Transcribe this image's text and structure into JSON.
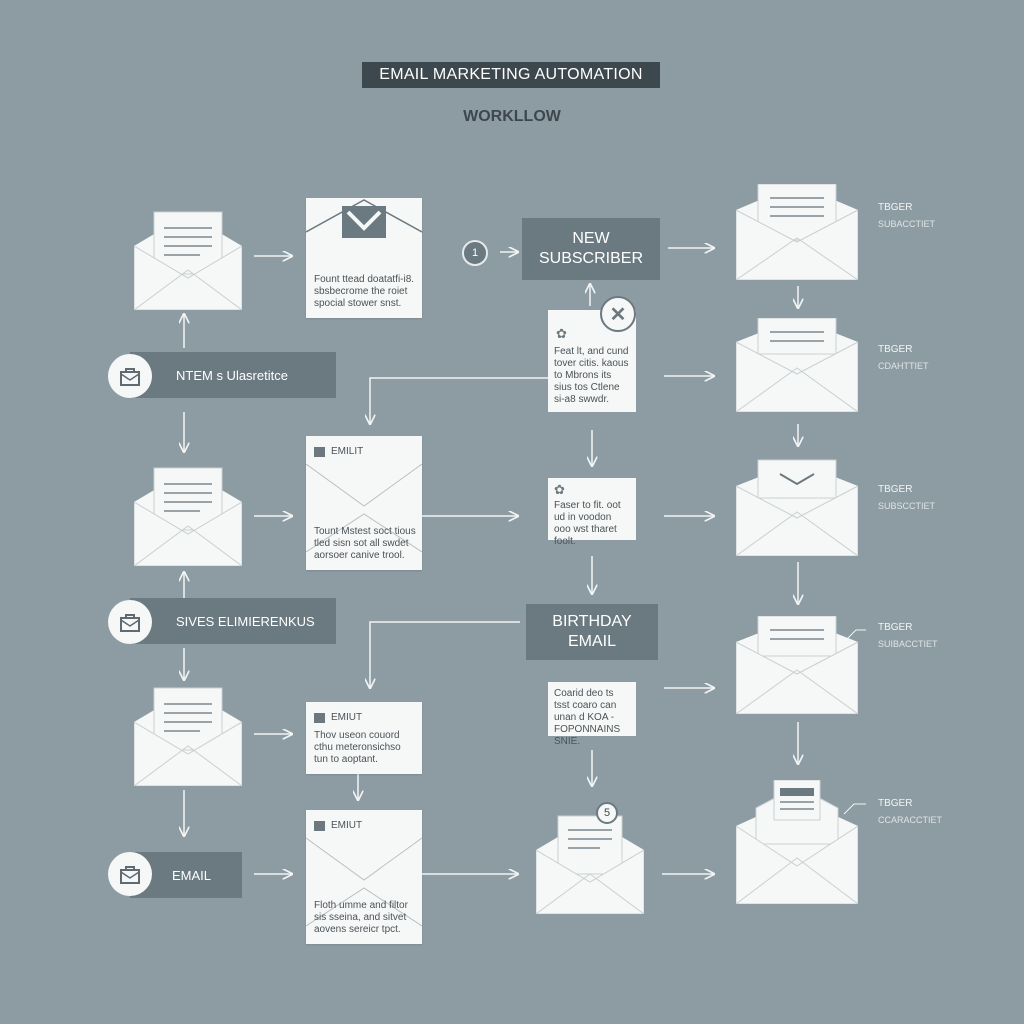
{
  "header": {
    "title": "EMAIL MARKETING AUTOMATION",
    "subtitle": "WORKLLOW"
  },
  "column1": {
    "bar_1": "NTEM s Ulasretitce",
    "bar_2": "SIVES ELIMIERENKUS",
    "bar_3": "EMAIL"
  },
  "column2": {
    "card_1": "Fount ttead doatatfi-i8. sbsbecrome the roiet spocial stower snst.",
    "card_2_header": "EMILIT",
    "card_2": "Tount Mstest soct tious tled sisn sot all swdet aorsoer canive trool.",
    "card_3_header": "EMIUT",
    "card_3": "Thov useon couord cthu meteronsichso tun to aoptant.",
    "card_4_header": "EMIUT",
    "card_4": "Floth umme and filtor sis sseina, and sitvet aovens sereicr tpct."
  },
  "column3": {
    "step_number": "1",
    "new_subscriber": [
      "NEW",
      "SUBSCRIBER"
    ],
    "close_symbol": "✕",
    "card_a": "Feat lt, and cund tover citis. kaous to Mbrons its sius tos Ctlene si-a8 swwdr.",
    "card_b": "Faser to fit. oot ud in voodon ooo wst tharet foolt.",
    "birthday_email": [
      "BIRTHDAY",
      "EMAIL"
    ],
    "card_c": "Coarid deo ts tsst coaro can unan d KOA -FOPONNAINS SNIE.",
    "num_badge": "5"
  },
  "column4": {
    "triggers": [
      {
        "label": "TBGER",
        "sub": "SUBACCTIET"
      },
      {
        "label": "TBGER",
        "sub": "CDAHTTIET"
      },
      {
        "label": "TBGER",
        "sub": "SUBSCCTIET"
      },
      {
        "label": "TBGER",
        "sub": "SUIBACCTIET"
      },
      {
        "label": "TBGER",
        "sub": "CCARACCTIET"
      }
    ]
  },
  "colors": {
    "background": "#8d9ca3",
    "dark_accent": "#3d484e",
    "label_box": "#6b7980",
    "card": "#f6f7f7"
  }
}
